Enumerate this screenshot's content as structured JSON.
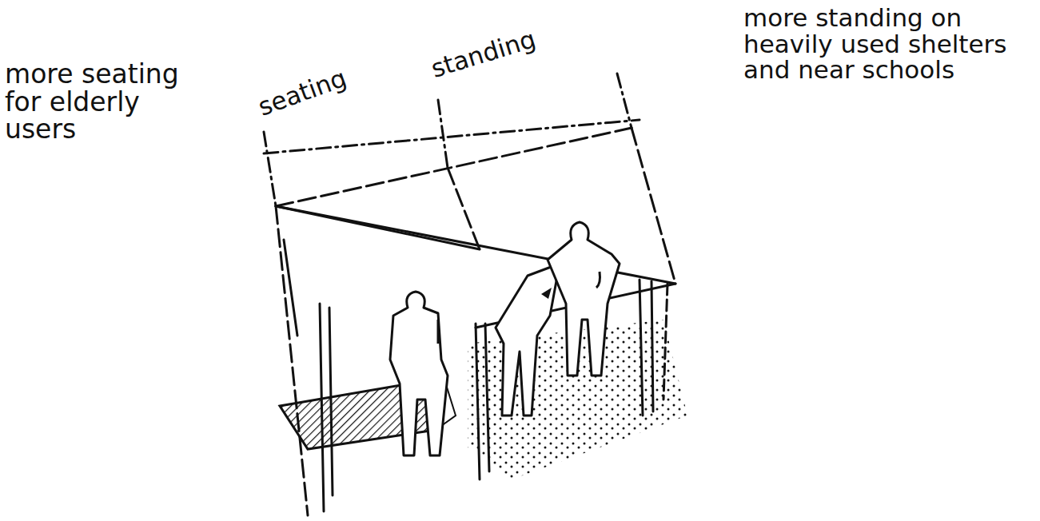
{
  "diagram": {
    "labels": [
      "seating",
      "standing",
      "more standing on heavily used shelters and near schools",
      "more seating for elderly users"
    ]
  }
}
